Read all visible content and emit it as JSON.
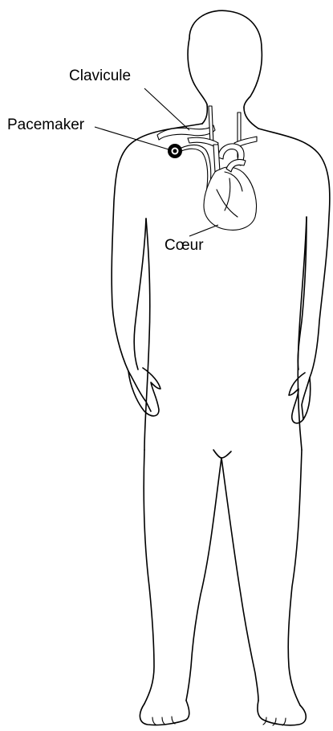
{
  "labels": {
    "clavicle": "Clavicule",
    "pacemaker": "Pacemaker",
    "heart": "Cœur"
  }
}
